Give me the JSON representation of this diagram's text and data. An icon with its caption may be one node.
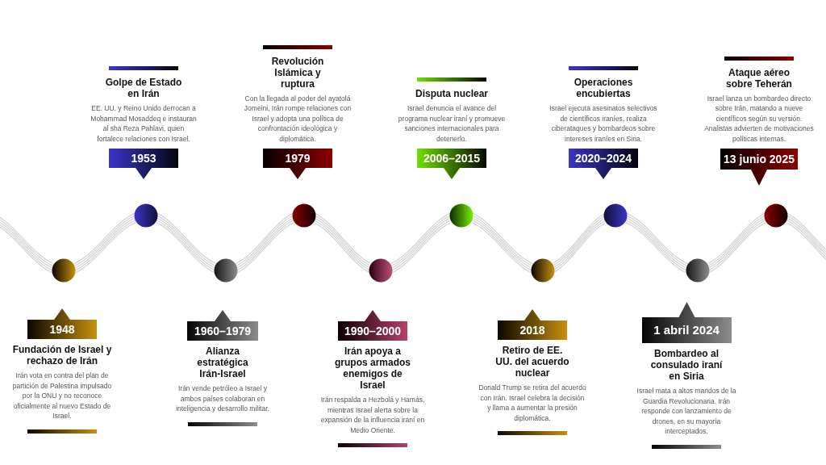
{
  "diagram": {
    "nodes": [
      {
        "text": [
          "1948"
        ],
        "beside": [
          "Fundación de Israel y rechazo de Irán",
          "Irán vota en contra del plan de partición de Palestina impulsado por la ONU y no reconoce oficialmente al nuevo Estado de Israel."
        ]
      },
      {
        "text": [
          "1953"
        ],
        "beside": [
          "Golpe de Estado en Irán",
          "EE. UU. y Reino Unido derrocan a Mohammad Mosaddeq e instauran al sha Reza Pahlavi, quien fortalece relaciones con Israel."
        ]
      },
      {
        "text": [
          "1960–1979"
        ],
        "beside": [
          "Alianza estratégica Irán-Israel",
          "Irán vende petróleo a Israel y ambos países colaboran en inteligencia y desarrollo militar."
        ]
      },
      {
        "text": [
          "1979"
        ],
        "beside": [
          "Revolución Islámica y ruptura",
          "Con la llegada al poder del ayatolá Jomeini, Irán rompe relaciones con Israel y adopta una política de confrontación ideológica y diplomática."
        ]
      },
      {
        "text": [
          "1990–2000"
        ],
        "beside": [
          "Irán apoya a grupos armados enemigos de Israel",
          "Irán respalda a Hezbolá y Hamás, mientras Israel alerta sobre la expansión de la influencia iraní en Medio Oriente."
        ]
      },
      {
        "text": [
          "2006–2015"
        ],
        "beside": [
          "Disputa nuclear",
          "Israel denuncia el avance del programa nuclear iraní y promueve sanciones internacionales para detenerlo."
        ]
      },
      {
        "text": [
          "2018"
        ],
        "beside": [
          "Retiro de EE. UU. del acuerdo nuclear",
          "Donald Trump se retira del acuerdo con Irán. Israel celebra la decisión y llama a aumentar la presión diplomática."
        ]
      },
      {
        "text": [
          "2020–2024"
        ],
        "beside": [
          "Operaciones encubiertas",
          "Israel ejecuta asesinatos selectivos de científicos iraníes, realiza ciberataques y bombardeos sobre intereses iraníes en Siria."
        ]
      },
      {
        "text": [
          "1 abril 2024"
        ],
        "beside": [
          "Bombardeo al consulado iraní en Siria",
          "Israel mata a altos mandos de la Guardia Revolucionaria. Irán responde con lanzamiento de drones, en su mayoría interceptados."
        ]
      },
      {
        "text": [
          "13 junio 2025"
        ],
        "beside": [
          "Ataque aéreo sobre Teherán",
          "Israel lanza un bombardeo directo sobre Irán, matando a nueve científicos según su versión. Analistas advierten de motivaciones políticas internas."
        ]
      },
      {
        "text": [],
        "shape": "circle"
      },
      {
        "text": [],
        "shape": "circle"
      },
      {
        "text": [],
        "shape": "circle"
      },
      {
        "text": [],
        "shape": "circle"
      },
      {
        "text": [],
        "shape": "circle"
      },
      {
        "text": [],
        "shape": "circle"
      },
      {
        "text": [],
        "shape": "circle"
      },
      {
        "text": [],
        "shape": "circle"
      },
      {
        "text": [],
        "shape": "circle"
      },
      {
        "text": [],
        "shape": "circle"
      }
    ],
    "edges": [
      {
        "from": 10,
        "to": 11,
        "arrow": "none"
      },
      {
        "from": 11,
        "to": 12,
        "arrow": "none"
      },
      {
        "from": 12,
        "to": 13,
        "arrow": "none"
      },
      {
        "from": 13,
        "to": 14,
        "arrow": "none"
      },
      {
        "from": 14,
        "to": 15,
        "arrow": "none"
      },
      {
        "from": 15,
        "to": 16,
        "arrow": "none"
      },
      {
        "from": 16,
        "to": 17,
        "arrow": "none"
      },
      {
        "from": 17,
        "to": 18,
        "arrow": "none"
      },
      {
        "from": 18,
        "to": 19,
        "arrow": "none"
      }
    ]
  }
}
